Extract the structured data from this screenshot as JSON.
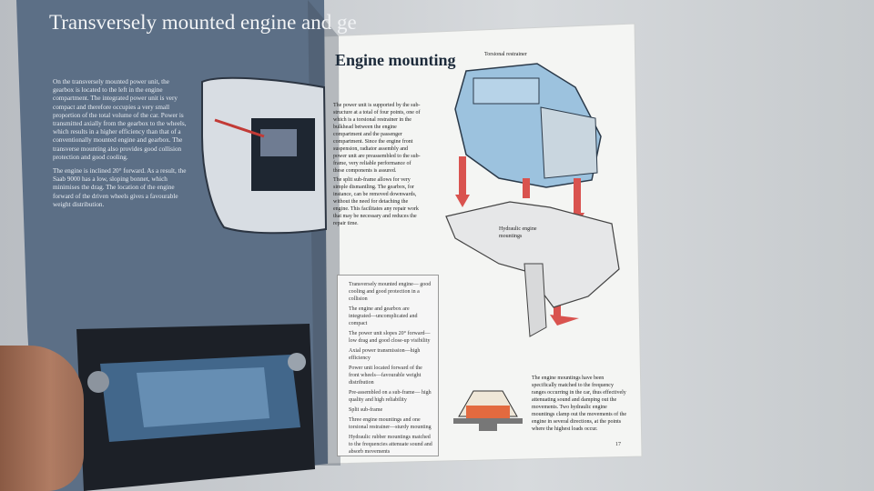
{
  "left_page": {
    "title": "Transversely mounted engine and ge",
    "paragraph_1": "On the transversely mounted power unit, the gearbox is located to the left in the engine compartment. The integrated power unit is very compact and therefore occupies a very small proportion of the total volume of the car. Power is transmitted axially from the gearbox to the wheels, which results in a higher efficiency than that of a conventionally mounted engine and gearbox. The transverse mounting also provides good collision protection and good cooling.",
    "paragraph_2": "The engine is inclined 20° forward. As a result, the Saab 9000 has a low, sloping bonnet, which minimises the drag. The location of the engine forward of the driven wheels gives a favourable weight distribution."
  },
  "right_page": {
    "title": "Engine mounting",
    "intro_1": "The power unit is supported by the sub-structure at a total of four points, one of which is a torsional restrainer in the bulkhead between the engine compartment and the passenger compartment. Since the engine front suspension, radiator assembly and power unit are preassembled to the sub-frame, very reliable performance of these components is assured.",
    "intro_2": "The split sub-frame allows for very simple dismantling. The gearbox, for instance, can be removed downwards, without the need for detaching the engine. This facilitates any repair work that may be necessary and reduces the repair time.",
    "label_torsional": "Torsional restrainer",
    "label_hydraulic": "Hydraulic engine mountings",
    "legend_items": [
      "Transversely mounted engine— good cooling and good protection in a collision",
      "The engine and gearbox are integrated—uncomplicated and compact",
      "The power unit slopes 20° forward—low drag and good close-up visibility",
      "Axial power transmission—high efficiency",
      "Power unit located forward of the front wheels—favourable weight distribution",
      "Pre-assembled on a sub-frame— high quality and high reliability",
      "Split sub-frame",
      "Three engine mountings and one torsional restrainer—sturdy mounting",
      "Hydraulic rubber mountings matched to the frequencies attenuate sound and absorb movements"
    ],
    "caption_bottom": "The engine mountings have been specifically matched to the frequency ranges occurring in the car, thus effectively attenuating sound and damping out the movements. Two hydraulic engine mountings clamp out the movements of the engine in several directions, at the points where the highest loads occur.",
    "page_number": "17"
  }
}
